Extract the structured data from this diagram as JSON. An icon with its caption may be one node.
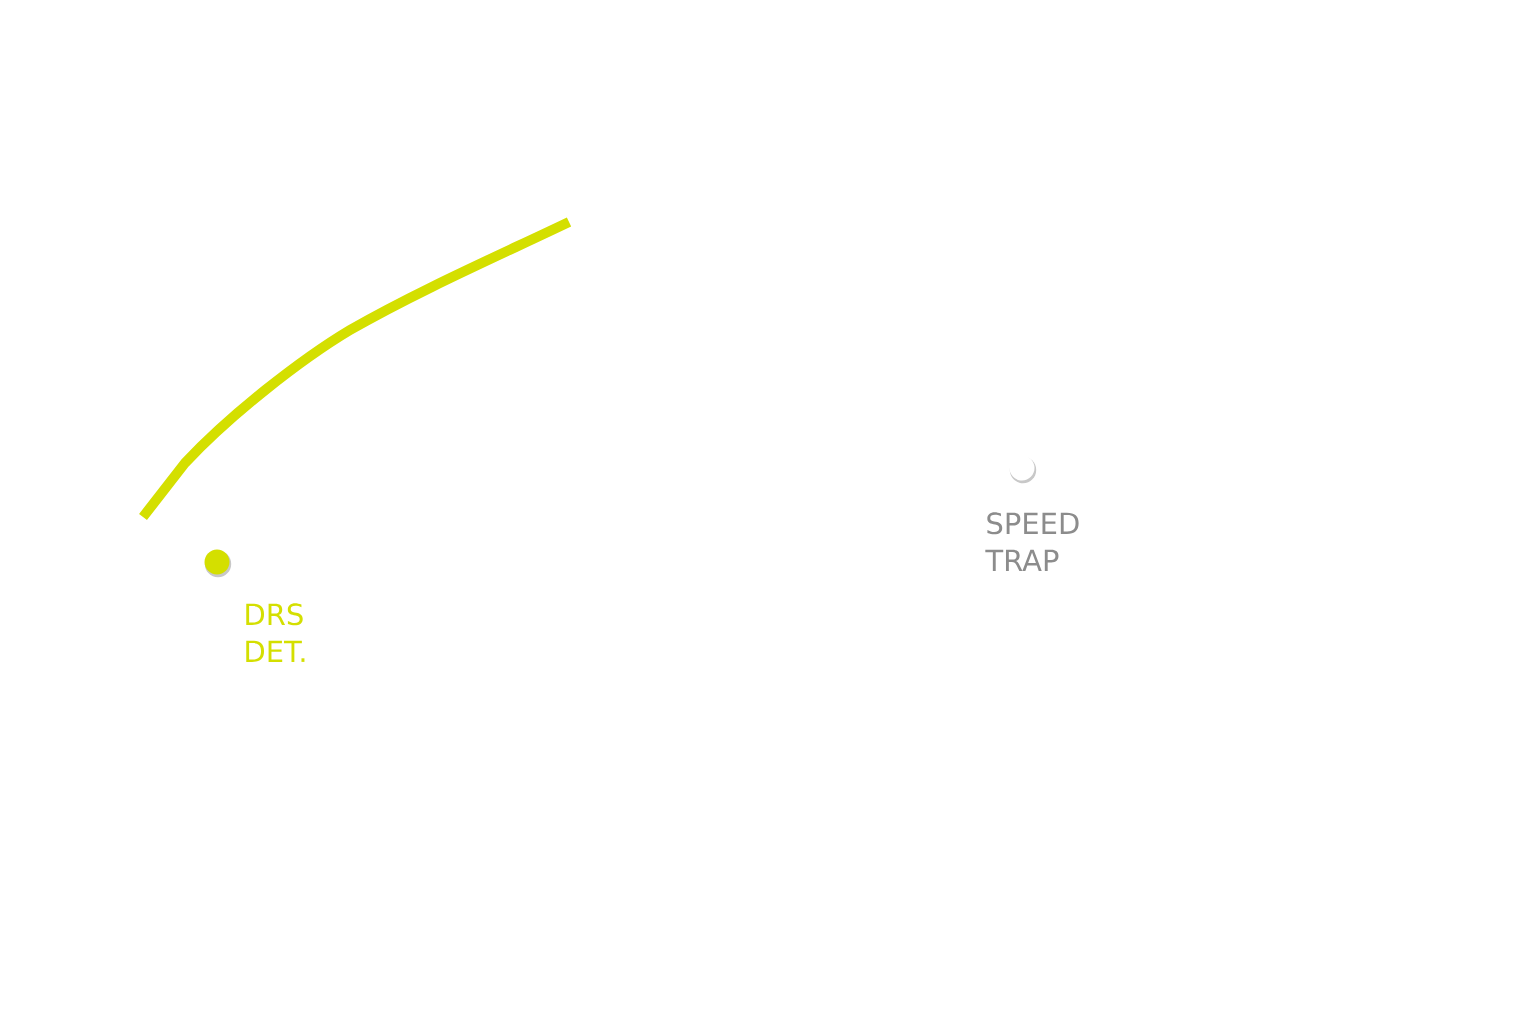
{
  "diagram": {
    "nodes": [
      {
        "text": [],
        "shape": "circle",
        "beside": [
          "DRS DET."
        ]
      },
      {
        "text": [],
        "shape": "circle",
        "beside": [
          "SPEED TRAP"
        ]
      }
    ]
  }
}
